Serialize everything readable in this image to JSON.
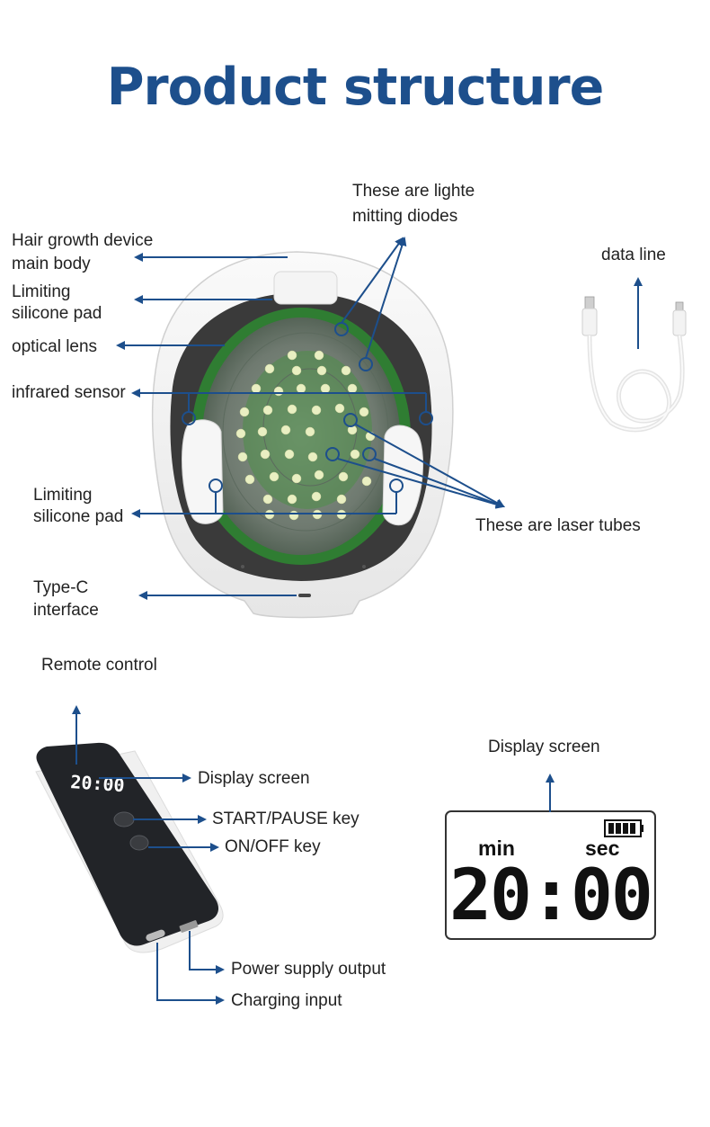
{
  "title": "Product structure",
  "labels": {
    "diodes_line1": "These are lighte",
    "diodes_line2": "mitting diodes",
    "main_body_line1": "Hair growth device",
    "main_body_line2": "main body",
    "pad_top_line1": "Limiting",
    "pad_top_line2": "silicone pad",
    "optical_lens": "optical lens",
    "infrared_sensor": "infrared sensor",
    "pad_bottom_line1": "Limiting",
    "pad_bottom_line2": "silicone pad",
    "type_c_line1": "Type-C",
    "type_c_line2": "interface",
    "data_line": "data line",
    "laser_tubes": "These are laser tubes",
    "remote_control": "Remote control",
    "remote_display": "Display screen",
    "start_pause": "START/PAUSE key",
    "on_off": "ON/OFF key",
    "power_output": "Power supply output",
    "charging_input": "Charging input",
    "display_screen": "Display screen"
  },
  "display": {
    "min_label": "min",
    "sec_label": "sec",
    "time": "20:00",
    "remote_time": "20:00"
  },
  "colors": {
    "title": "#1d4f8c",
    "arrow": "#1d4f8c",
    "pcb_green": "#3f9a3a",
    "led": "#e9efc2"
  }
}
